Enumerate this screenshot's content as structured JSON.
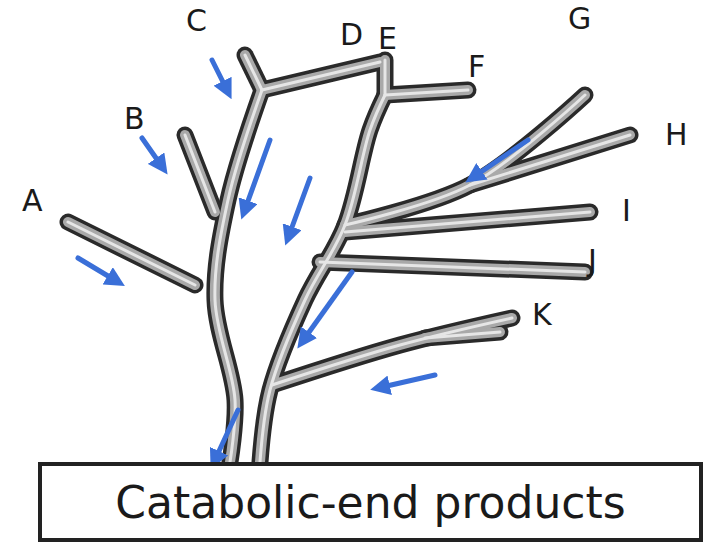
{
  "diagram": {
    "nodes": [
      {
        "text": [
          "Catabolic-end products"
        ]
      }
    ],
    "labels": [
      "A",
      "B",
      "C",
      "D",
      "E",
      "F",
      "G",
      "H",
      "I",
      "J",
      "K"
    ]
  }
}
